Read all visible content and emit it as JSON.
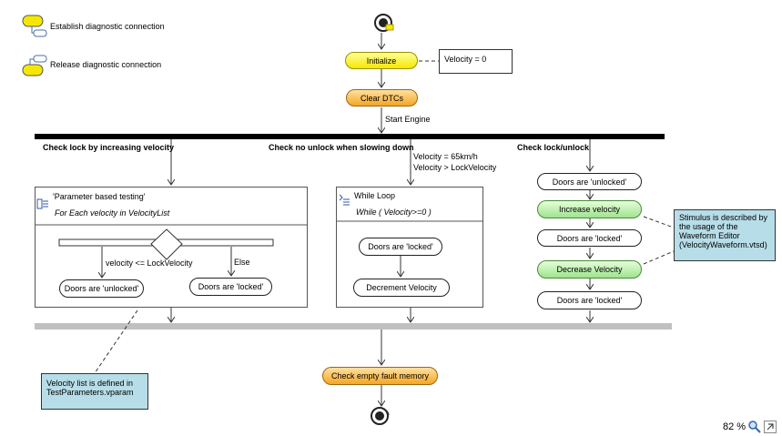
{
  "legend": {
    "establish": "Establish diagnostic connection",
    "release": "Release diagnostic connection"
  },
  "nodes": {
    "initialize": "Initialize",
    "clear_dtcs": "Clear DTCs",
    "check_empty": "Check empty fault memory"
  },
  "edge_labels": {
    "start_engine": "Start Engine",
    "velocity_cond": "Velocity = 65km/h",
    "velocity_cond2": "Velocity  > LockVelocity",
    "le_lock": "velocity <= LockVelocity",
    "else": "Else"
  },
  "notes": {
    "velocity_zero": "Velocity = 0",
    "stimulus": "Stimulus is described by the usage of the Waveform Editor (VelocityWaveform.vtsd)",
    "velocity_list": "Velocity list is defined in TestParameters.vparam"
  },
  "branches": {
    "left_title": "Check lock by increasing velocity",
    "mid_title": "Check no unlock when slowing down",
    "right_title": "Check lock/unlock"
  },
  "left_frame": {
    "title": "'Parameter based testing'",
    "subtitle": "For Each velocity in VelocityList",
    "unlocked": "Doors are 'unlocked'",
    "locked": "Doors are 'locked'"
  },
  "mid_frame": {
    "title": "While Loop",
    "subtitle": "While ( Velocity>=0 )",
    "locked": "Doors are 'locked'",
    "decrement": "Decrement Velocity"
  },
  "right_branch": {
    "unlocked": "Doors are 'unlocked'",
    "increase": "Increase velocity",
    "locked1": "Doors are 'locked'",
    "decrease": "Decrease Velocity",
    "locked2": "Doors are 'locked'"
  },
  "zoom": {
    "value": "82 %"
  },
  "colors": {
    "start_node": "#f5e800",
    "action_node": "#f5a623",
    "stimulus_node": "#9fe38f",
    "note_blue": "#b7dde8",
    "sync_bar": "#000000",
    "join_bar": "#c0c0c0"
  }
}
